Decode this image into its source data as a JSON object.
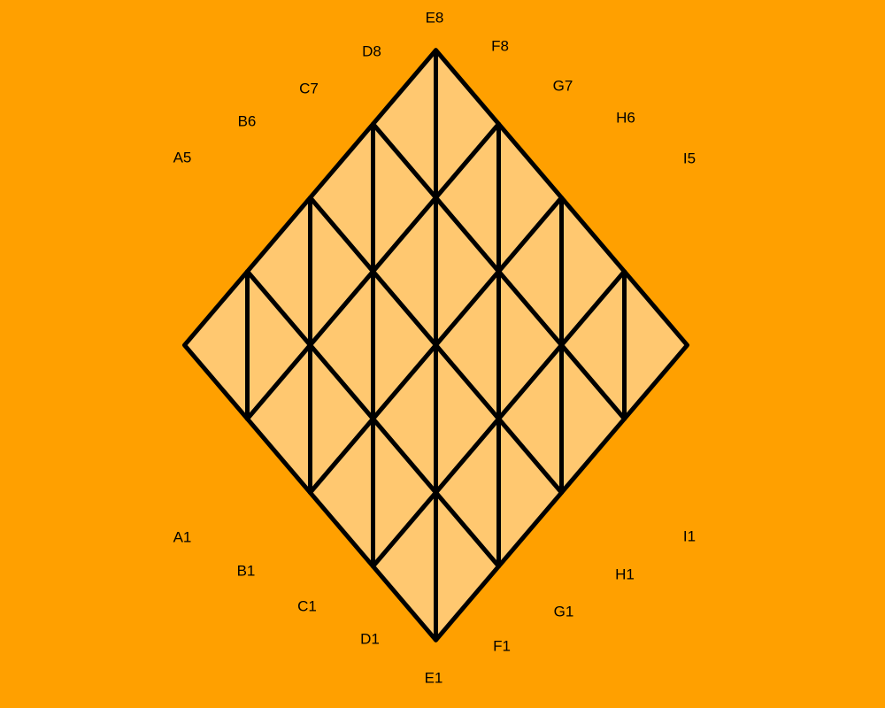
{
  "board": {
    "colors": {
      "background": "#FFA000",
      "cell_fill": "#FFC870",
      "grid_line": "#000000",
      "center_hole": "#FFA000"
    },
    "columns": [
      "A",
      "B",
      "C",
      "D",
      "E",
      "F",
      "G",
      "H",
      "I"
    ],
    "rows_per_column": [
      5,
      6,
      7,
      8,
      8,
      8,
      7,
      6,
      5
    ],
    "center_hole": true,
    "top_labels": [
      "A5",
      "B6",
      "C7",
      "D8",
      "E8",
      "F8",
      "G7",
      "H6",
      "I5"
    ],
    "bottom_labels": [
      "A1",
      "B1",
      "C1",
      "D1",
      "E1",
      "F1",
      "G1",
      "H1",
      "I1"
    ]
  }
}
